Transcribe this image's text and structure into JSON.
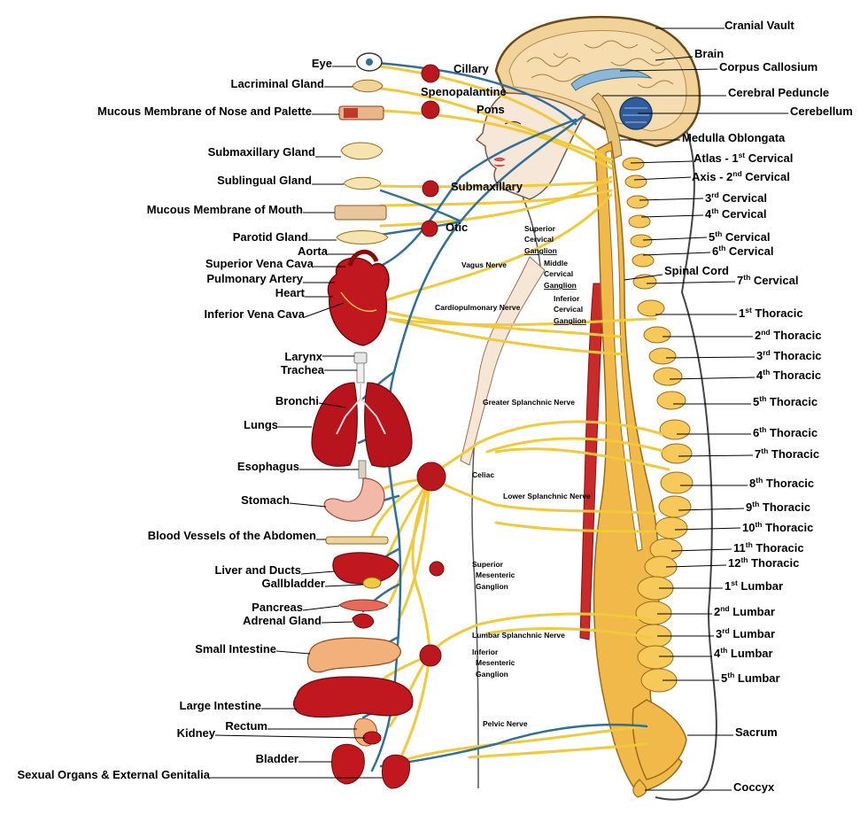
{
  "colors": {
    "nerve_yellow": "#f2c93a",
    "nerve_blue": "#2f6f9a",
    "organ_red": "#c0181e",
    "spine_orange": "#e8a93a",
    "brain_tan": "#f3d9a8",
    "skin": "#f7e7d8"
  },
  "labels_left": [
    "Eye",
    "Lacriminal Gland",
    "Mucous  Membrane  of Nose and Palette",
    "Submaxillary Gland",
    "Sublingual Gland",
    "Mucous Membrane  of Mouth",
    "Parotid Gland",
    "Aorta",
    "Superior Vena Cava",
    "Pulmonary Artery",
    "Heart",
    "Inferior Vena Cava",
    "Larynx",
    "Trachea",
    "Bronchi",
    "Lungs",
    "Esophagus",
    "Stomach",
    "Blood Vessels of  the Abdomen",
    "Liver and Ducts",
    "Gallbladder",
    "Pancreas",
    "Adrenal Gland",
    "Small Intestine",
    "Large Intestine",
    "Rectum",
    "Kidney",
    "Bladder",
    "Sexual Organs & External Genitalia"
  ],
  "labels_right": [
    {
      "text": "Cranial Vault"
    },
    {
      "text": "Brain"
    },
    {
      "text": "Corpus Callosium"
    },
    {
      "text": "Cerebral Peduncle"
    },
    {
      "text": "Cerebellum"
    },
    {
      "text": "Medulla Oblongata"
    },
    {
      "pre": "Atlas -  1",
      "sup": "st",
      "post": " Cervical"
    },
    {
      "pre": "Axis - 2",
      "sup": "nd",
      "post": " Cervical"
    },
    {
      "pre": "3",
      "sup": "rd",
      "post": " Cervical"
    },
    {
      "pre": "4",
      "sup": "th",
      "post": " Cervical"
    },
    {
      "pre": "5",
      "sup": "th",
      "post": " Cervical"
    },
    {
      "pre": "6",
      "sup": "th",
      "post": " Cervical"
    },
    {
      "text": "Spinal Cord"
    },
    {
      "pre": "7",
      "sup": "th",
      "post": " Cervical"
    },
    {
      "pre": "1",
      "sup": "st",
      "post": " Thoracic"
    },
    {
      "pre": "2",
      "sup": "nd",
      "post": " Thoracic"
    },
    {
      "pre": "3",
      "sup": "rd",
      "post": " Thoracic"
    },
    {
      "pre": "4",
      "sup": "th",
      "post": " Thoracic"
    },
    {
      "pre": "5",
      "sup": "th",
      "post": " Thoracic"
    },
    {
      "pre": "6",
      "sup": "th",
      "post": " Thoracic"
    },
    {
      "pre": "7",
      "sup": "th",
      "post": " Thoracic"
    },
    {
      "pre": "8",
      "sup": "th",
      "post": " Thoracic"
    },
    {
      "pre": "9",
      "sup": "th",
      "post": " Thoracic"
    },
    {
      "pre": "10",
      "sup": "th",
      "post": " Thoracic"
    },
    {
      "pre": "11",
      "sup": "th",
      "post": " Thoracic"
    },
    {
      "pre": "12",
      "sup": "th",
      "post": " Thoracic"
    },
    {
      "pre": "1",
      "sup": "st",
      "post": " Lumbar"
    },
    {
      "pre": "2",
      "sup": "nd",
      "post": " Lumbar"
    },
    {
      "pre": "3",
      "sup": "rd",
      "post": " Lumbar"
    },
    {
      "pre": "4",
      "sup": "th",
      "post": " Lumbar"
    },
    {
      "pre": "5",
      "sup": "th",
      "post": " Lumbar"
    },
    {
      "text": "Sacrum"
    },
    {
      "text": "Coccyx"
    }
  ],
  "ganglia_labels": [
    "Cillary",
    "Spenopalantine",
    "Pons",
    "Submaxillary",
    "Otic"
  ],
  "nerve_labels": [
    "Vagus Nerve",
    "Cardiopulmonary  Nerve",
    "Greater Splanchnic Nerve",
    "Celiac",
    "Lower Splanchnic  Nerve",
    "Lumbar Splanchnic  Nerve",
    "Pelvic Nerve"
  ],
  "ganglion_stacks": {
    "superior_cervical": [
      "Superior",
      "Cervical",
      "Ganglion"
    ],
    "middle_cervical": [
      "Middle",
      "Cervical",
      "Ganglion"
    ],
    "inferior_cervical": [
      "Inferior",
      "Cervical",
      "Ganglion"
    ],
    "superior_mesenteric": [
      "Superior",
      "Mesenteric",
      "Ganglion"
    ],
    "inferior_mesenteric": [
      "Inferior",
      "Mesenteric",
      "Ganglion"
    ]
  }
}
